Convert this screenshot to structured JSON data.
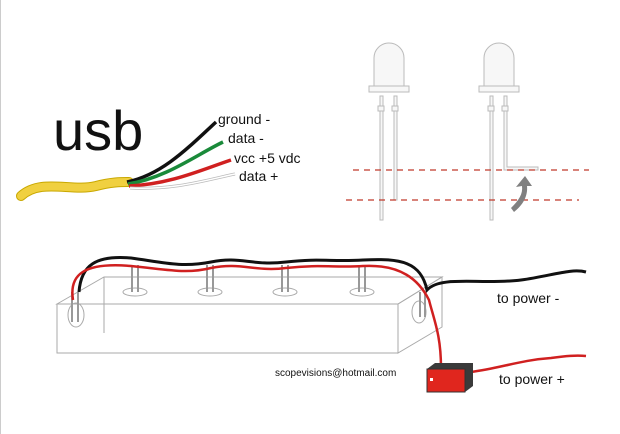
{
  "usb": {
    "title": "usb",
    "wires": [
      {
        "label": "ground -",
        "color": "#111111"
      },
      {
        "label": "data -",
        "color": "#1a8a3a"
      },
      {
        "label": "vcc +5 vdc",
        "color": "#d02020"
      },
      {
        "label": "data +",
        "color": "#e0e0e0"
      }
    ],
    "cable_color": "#f0d040"
  },
  "strip": {
    "to_power_negative": "to power -",
    "to_power_positive": "to power +",
    "email": "scopevisions@hotmail.com"
  },
  "colors": {
    "dash": "#c0392b",
    "switch": "#e0261e",
    "arrow": "#808080"
  }
}
